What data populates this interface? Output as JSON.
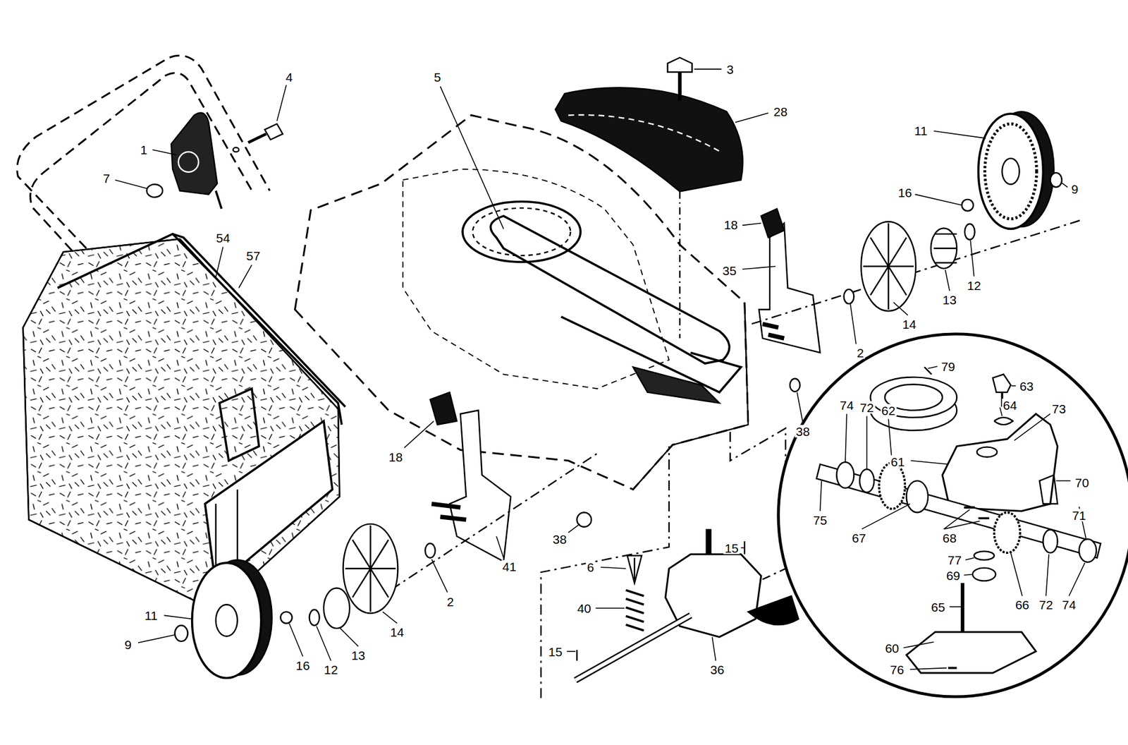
{
  "diagram": {
    "labels": [
      "4",
      "3",
      "5",
      "28",
      "1",
      "7",
      "11",
      "9",
      "16",
      "54",
      "57",
      "18",
      "35",
      "13",
      "12",
      "14",
      "2",
      "79",
      "63",
      "64",
      "73",
      "74",
      "72",
      "62",
      "38",
      "61",
      "70",
      "18",
      "75",
      "71",
      "67",
      "68",
      "15",
      "38",
      "41",
      "77",
      "6",
      "2",
      "69",
      "66",
      "72",
      "74",
      "65",
      "40",
      "11",
      "15",
      "9",
      "16",
      "12",
      "13",
      "14",
      "36",
      "60",
      "76"
    ]
  }
}
